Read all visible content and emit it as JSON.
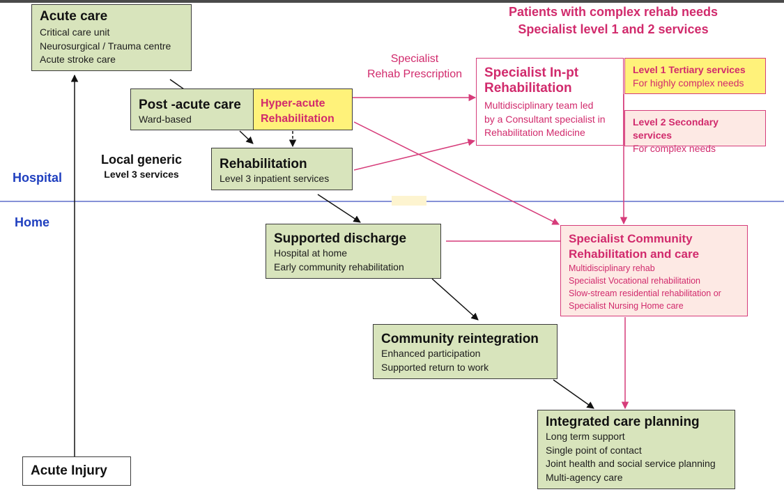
{
  "header": {
    "line1": "Patients with complex rehab needs",
    "line2": "Specialist level 1 and 2  services"
  },
  "zones": {
    "hospital": "Hospital",
    "home": "Home"
  },
  "local_generic": {
    "title": "Local generic",
    "subtitle": "Level 3 services"
  },
  "prescription": {
    "line1": "Specialist",
    "line2": "Rehab Prescription"
  },
  "boxes": {
    "acute_care": {
      "title": "Acute care",
      "items": [
        "Critical care unit",
        "Neurosurgical / Trauma centre",
        "Acute stroke care"
      ]
    },
    "post_acute": {
      "title": "Post -acute care",
      "items": [
        "Ward-based"
      ]
    },
    "hyper_acute": {
      "line1": "Hyper-acute",
      "line2": "Rehabilitation"
    },
    "rehabilitation": {
      "title": "Rehabilitation",
      "items": [
        "Level 3 inpatient services"
      ]
    },
    "specialist_inpt": {
      "title1": "Specialist In-pt",
      "title2": "Rehabilitation",
      "items": [
        "Multidisciplinary team led",
        "by a Consultant specialist in",
        "Rehabilitation Medicine"
      ]
    },
    "level1": {
      "title": "Level 1 Tertiary services",
      "desc": "For highly complex needs"
    },
    "level2": {
      "title": "Level 2 Secondary services",
      "desc": "For complex needs"
    },
    "supported_discharge": {
      "title": "Supported discharge",
      "items": [
        "Hospital at home",
        "Early community rehabilitation"
      ]
    },
    "specialist_community": {
      "title1": "Specialist Community",
      "title2": "Rehabilitation and care",
      "items": [
        "Multidisciplinary rehab",
        "Specialist Vocational rehabilitation",
        "Slow-stream residential rehabilitation or",
        "Specialist Nursing Home care"
      ]
    },
    "community_reintegration": {
      "title": "Community reintegration",
      "items": [
        "Enhanced participation",
        "Supported return to work"
      ]
    },
    "integrated_care": {
      "title": "Integrated care planning",
      "items": [
        "Long term support",
        "Single point of contact",
        "Joint health and social service planning",
        "Multi-agency care"
      ]
    },
    "acute_injury": {
      "title": "Acute Injury"
    }
  },
  "colors": {
    "green_fill": "#d8e4bc",
    "yellow_fill": "#fff27a",
    "peach_fill": "#fde9e4",
    "pink": "#d12a6c",
    "blue": "#1f3fbf",
    "divider": "#3f4fbf"
  }
}
